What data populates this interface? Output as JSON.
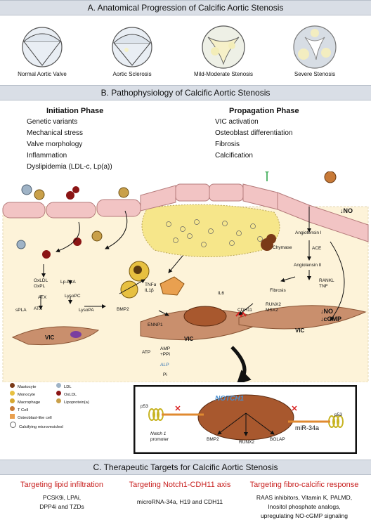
{
  "sectionA": {
    "title": "A. Anatomical Progression of Calcific Aortic Stenosis",
    "valves": [
      "Normal Aortic Valve",
      "Aortic Sclerosis",
      "Mild-Moderate Stenosis",
      "Severe Stenosis"
    ]
  },
  "sectionB": {
    "title": "B. Pathophysiology of Calcific Aortic Stenosis",
    "initiation": {
      "title": "Initiation Phase",
      "items": [
        "Genetic variants",
        "Mechanical stress",
        "Valve morphology",
        "Inflammation",
        "Dyslipidemia (LDL-c, Lp(a))"
      ]
    },
    "propagation": {
      "title": "Propagation Phase",
      "items": [
        "VIC activation",
        "Osteoblast differentiation",
        "Fibrosis",
        "Calcification"
      ]
    },
    "labels": {
      "oxldl": "OxLDL",
      "oxpl": "OxPL",
      "lppla2": "Lp-PLA",
      "lysopc": "LysoPC",
      "atx": "ATX",
      "spla2": "sPLA",
      "atx2": "ATX",
      "lysopa": "LysoPA",
      "vic1": "VIC",
      "bmp2": "BMP2",
      "tnfa": "TNFα",
      "il1b": "IL1β",
      "enpp1": "ENNP1",
      "il6": "IL6",
      "vic2": "VIC",
      "atp": "ATP",
      "amp": "AMP",
      "ppi": "+PPi",
      "alp": "ALP",
      "pi": "Pi",
      "cdh11": "CDH11",
      "runx2": "RUNX2",
      "msx2": "MSX2",
      "vic3": "VIC",
      "no1": "NO",
      "no2": "NO",
      "cgmp": "cGMP",
      "ang1": "Angiotensin I",
      "chymase": "Chymase",
      "ace": "ACE",
      "ang2": "Angiotensin II",
      "rankl": "RANKL",
      "tnf": "TNF",
      "fibrosis": "Fibrosis",
      "notch1_ins": "NOTCH1",
      "p53a": "p53",
      "p53b": "p53",
      "mir34a": "miR-34a",
      "notch1_prom": "Notch 1",
      "promoter": "promoter",
      "bmp2b": "BMP2",
      "runx2b": "RUNX2",
      "bglap": "BGLAP"
    },
    "legend": [
      {
        "icon": "mastocyte",
        "label": "Mastocyte"
      },
      {
        "icon": "ldl",
        "label": "LDL"
      },
      {
        "icon": "monocyte",
        "label": "Monocyte"
      },
      {
        "icon": "oxldl",
        "label": "OxLDL"
      },
      {
        "icon": "lpa",
        "label": "Lipoprotein(a)"
      },
      {
        "icon": "macrophage",
        "label": "Macrophage"
      },
      {
        "icon": "tcell",
        "label": "T Cell"
      },
      {
        "icon": "osteoblast",
        "label": "Osteoblast-like cell"
      },
      {
        "icon": "microvesicles",
        "label": "Calcifying microvesiclesl"
      }
    ]
  },
  "sectionC": {
    "title": "C. Therapeutic Targets for Calcific Aortic Stenosis",
    "targets": [
      {
        "title": "Targeting lipid infiltration",
        "lines": [
          "PCSK9i, LPAi,",
          "DPP4i and TZDs"
        ]
      },
      {
        "title": "Targeting Notch1-CDH11 axis",
        "lines": [
          "microRNA-34a, H19 and CDH11"
        ]
      },
      {
        "title": "Targeting fibro-calcific response",
        "lines": [
          "RAAS inhibitors, Vitamin K, PALMD,",
          "Inositol phosphate analogs,",
          "upregulating NO-cGMP signaling"
        ]
      }
    ]
  },
  "colors": {
    "header_bg": "#d9dee6",
    "tissue": "#fdf3d9",
    "endothelium": "#f2c4c4",
    "vic": "#c98f6d",
    "target_red": "#c8201f",
    "nucleus": "#a8582e"
  }
}
